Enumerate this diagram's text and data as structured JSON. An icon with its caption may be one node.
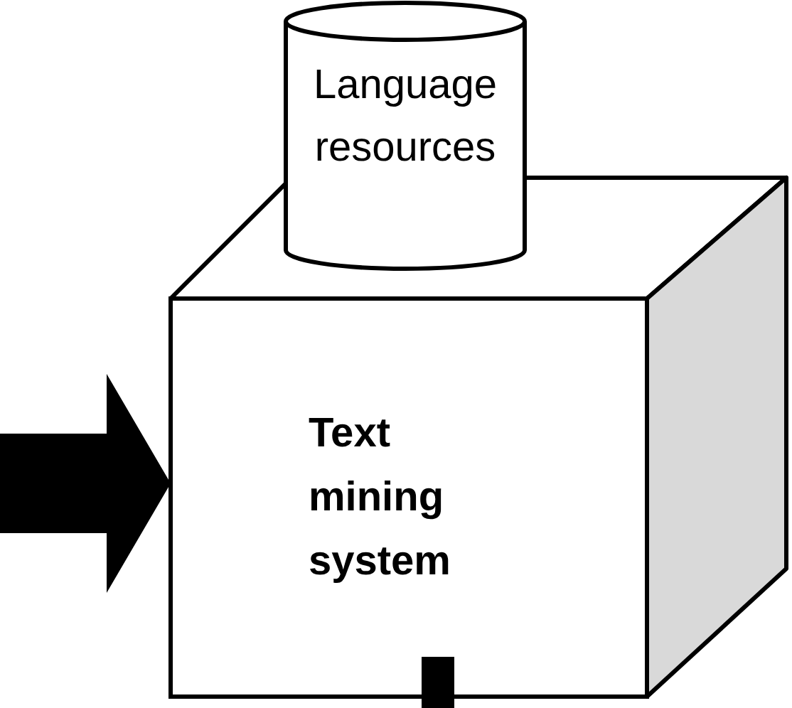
{
  "diagram": {
    "nodes": [
      {
        "text": [
          "Language resources"
        ]
      },
      {
        "text": [
          "Text mining system"
        ]
      }
    ],
    "edges": [
      {
        "from": null,
        "to": 1,
        "arrow": "to",
        "style": "thick"
      },
      {
        "from": 1,
        "to": null,
        "arrow": "none",
        "style": "thick"
      }
    ]
  }
}
